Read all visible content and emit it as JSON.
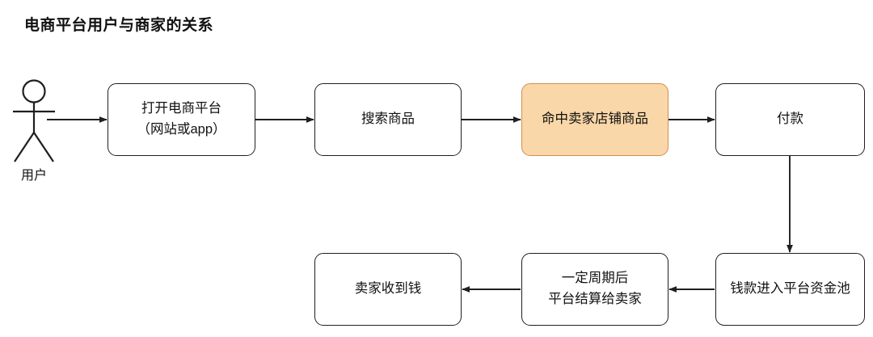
{
  "title": "电商平台用户与商家的关系",
  "colors": {
    "background": "#ffffff",
    "stroke": "#1f1f1f",
    "highlight_fill": "#fad7a8",
    "highlight_stroke": "#cf8f50",
    "text": "#111111"
  },
  "actor": {
    "label": "用户",
    "icon": "stick-figure-person-icon"
  },
  "nodes": [
    {
      "id": "open-platform",
      "label": "打开电商平台\n（网站或app）",
      "highlight": false
    },
    {
      "id": "search-product",
      "label": "搜索商品",
      "highlight": false
    },
    {
      "id": "hit-seller-shop",
      "label": "命中卖家店铺商品",
      "highlight": true
    },
    {
      "id": "pay",
      "label": "付款",
      "highlight": false
    },
    {
      "id": "funds-pool",
      "label": "钱款进入平台资金池",
      "highlight": false
    },
    {
      "id": "settle-period",
      "label": "一定周期后\n平台结算给卖家",
      "highlight": false
    },
    {
      "id": "seller-paid",
      "label": "卖家收到钱",
      "highlight": false
    }
  ],
  "edges": [
    {
      "from": "user",
      "to": "open-platform",
      "direction": "right"
    },
    {
      "from": "open-platform",
      "to": "search-product",
      "direction": "right"
    },
    {
      "from": "search-product",
      "to": "hit-seller-shop",
      "direction": "right"
    },
    {
      "from": "hit-seller-shop",
      "to": "pay",
      "direction": "right"
    },
    {
      "from": "pay",
      "to": "funds-pool",
      "direction": "down"
    },
    {
      "from": "funds-pool",
      "to": "settle-period",
      "direction": "left"
    },
    {
      "from": "settle-period",
      "to": "seller-paid",
      "direction": "left"
    }
  ]
}
